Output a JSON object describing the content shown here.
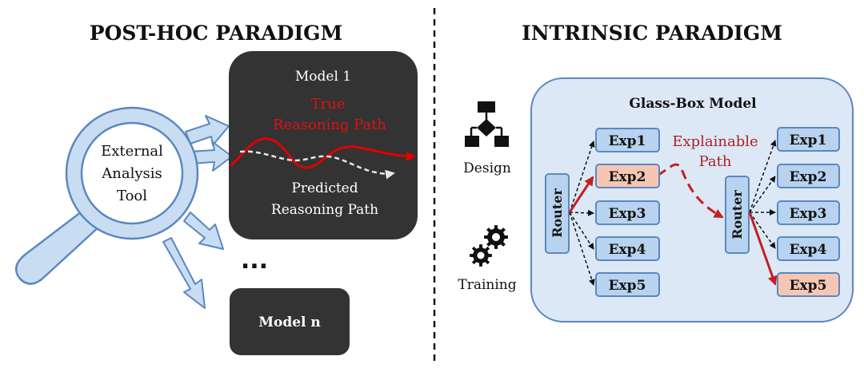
{
  "left": {
    "title": "POST-HOC PARADIGM",
    "tool": {
      "line1": "External",
      "line2": "Analysis",
      "line3": "Tool"
    },
    "model1": {
      "title": "Model 1",
      "true_line1": "True",
      "true_line2": "Reasoning Path",
      "pred_line1": "Predicted",
      "pred_line2": "Reasoning Path"
    },
    "ellipsis": "...",
    "modeln": {
      "title": "Model n"
    }
  },
  "right": {
    "title": "INTRINSIC PARADIGM",
    "design_label": "Design",
    "training_label": "Training",
    "glass_title": "Glass-Box Model",
    "router_label": "Router",
    "experts": [
      "Exp1",
      "Exp2",
      "Exp3",
      "Exp4",
      "Exp5"
    ],
    "path_line1": "Explainable",
    "path_line2": "Path"
  },
  "colors": {
    "dark_box": "#333333",
    "blue_fill": "#dce8f5",
    "blue_stroke": "#5b88c0",
    "node_fill": "#b7d3ef",
    "highlight_fill": "#f6c6b4",
    "red": "#d02020"
  },
  "icons": [
    "magnifier-icon",
    "flowchart-icon",
    "gear-icon"
  ]
}
